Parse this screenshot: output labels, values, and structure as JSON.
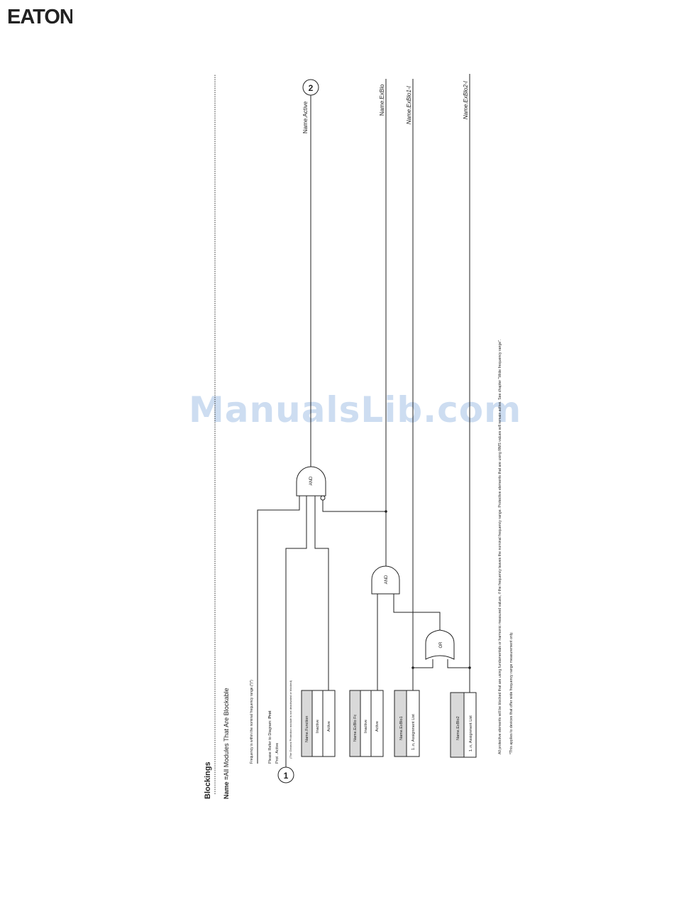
{
  "brand": {
    "logo_text": "EATON",
    "color": "#1e5eb0"
  },
  "watermark": "ManualsLib.com",
  "page": {
    "section_title": "Blockings",
    "subtitle_prefix": "Name =",
    "subtitle_rest": "All Modules That Are Blockable"
  },
  "diagram": {
    "inputs": {
      "frequency_note": "Frequency is within the nominal frequency range.(*)*)",
      "refer_line1_prefix": "Please Refer to Diagram: ",
      "refer_line1_bold": "Prot",
      "refer_line2": "Prot . Active",
      "refer_note": "(The General Protection module is not deactivated or blocked)"
    },
    "connectors": {
      "in": "1",
      "out": "2"
    },
    "tables": {
      "function": {
        "header": "Name.Function",
        "rows": [
          "Inactive",
          "Active"
        ]
      },
      "exblofc": {
        "header": "Name.ExBlo Fc",
        "rows": [
          "Inactive",
          "Active"
        ]
      },
      "exblo1": {
        "header": "Name.ExBlo1",
        "rows": [
          "1..n, Assignment List"
        ]
      },
      "exblo2": {
        "header": "Name.ExBlo2",
        "rows": [
          "1..n, Assignment List"
        ]
      }
    },
    "gates": {
      "and_main": "AND",
      "and_sub": "AND",
      "or": "OR"
    },
    "outputs": {
      "active": "Name.Active",
      "exblo": "Name.ExBlo",
      "exblo1": "Name.ExBlo1-I",
      "exblo2": "Name.ExBlo2-I"
    }
  },
  "footnotes": {
    "line1": "All protective elements will be blocked that are using fundamentals or harmonic measured values, if the frequency leaves the nominal frequency range. Protective elements that are using RMS values will remain active. See chapter \"Wide frequency range\".",
    "line2": "*This applies to devices that offer wide frequency range measurement only."
  }
}
